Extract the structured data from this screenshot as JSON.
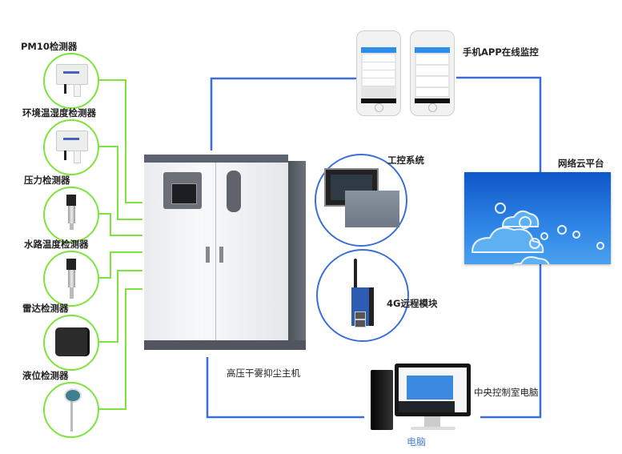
{
  "diagram": {
    "sensors": [
      {
        "label": "PM10检测器",
        "icon": "air-quality-sensor-icon"
      },
      {
        "label": "环境温湿度检测器",
        "icon": "temperature-humidity-sensor-icon"
      },
      {
        "label": "压力检测器",
        "icon": "pressure-sensor-icon"
      },
      {
        "label": "水路温度检测器",
        "icon": "water-temperature-sensor-icon"
      },
      {
        "label": "雷达检测器",
        "icon": "radar-sensor-icon"
      },
      {
        "label": "液位检测器",
        "icon": "level-sensor-icon"
      }
    ],
    "main_unit": {
      "label": "高压干雾抑尘主机",
      "icon": "dust-suppression-machine-icon"
    },
    "industrial_control": {
      "label": "工控系统",
      "icon": "plc-hmi-icon"
    },
    "remote_module": {
      "label": "4G远程模块",
      "icon": "4g-router-icon"
    },
    "mobile_app": {
      "label": "手机APP在线监控",
      "icon": "smartphone-icon"
    },
    "cloud_platform": {
      "label": "网络云平台",
      "icon": "cloud-platform-icon"
    },
    "control_room_pc": {
      "label": "中央控制室电脑",
      "caption": "电脑",
      "icon": "desktop-computer-icon"
    },
    "colors": {
      "sensor_link": "#7ee33c",
      "network_link": "#3b6fd8",
      "caption": "#4a7fd6"
    }
  }
}
